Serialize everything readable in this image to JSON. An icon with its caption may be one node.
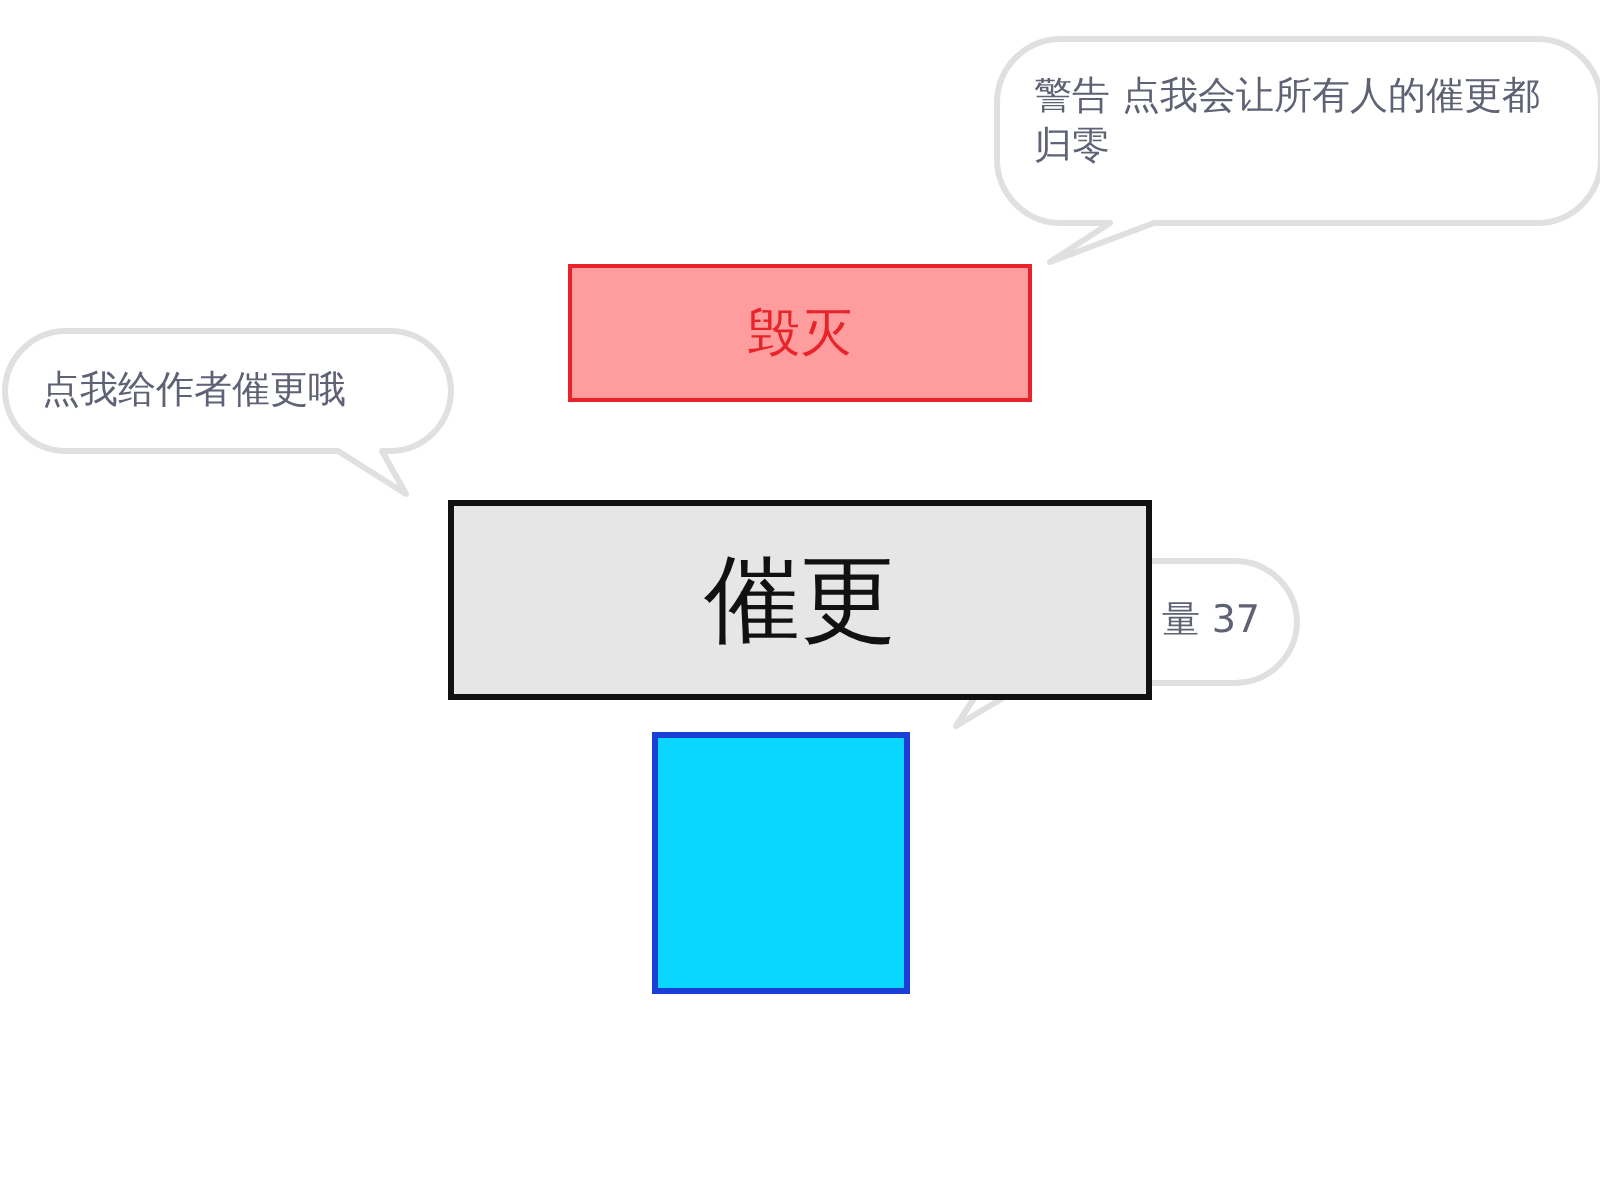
{
  "diagram": {
    "nodes": [
      {
        "text": [
          "警告 点我会让所有人的催更都归零"
        ]
      },
      {
        "text": [
          "毁灭"
        ]
      },
      {
        "text": [
          "点我给作者催更哦"
        ]
      },
      {
        "text": [
          "催更"
        ]
      },
      {
        "text": [
          "量 37"
        ]
      },
      {
        "text": [],
        "shape": "box"
      }
    ]
  }
}
